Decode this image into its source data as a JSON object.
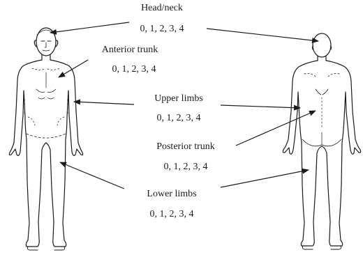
{
  "regions": [
    {
      "id": "head-neck",
      "name": "Head/neck",
      "scale": "0, 1, 2, 3, 4"
    },
    {
      "id": "anterior-trunk",
      "name": "Anterior trunk",
      "scale": "0, 1, 2, 3, 4"
    },
    {
      "id": "upper-limbs",
      "name": "Upper limbs",
      "scale": "0, 1, 2, 3, 4"
    },
    {
      "id": "posterior-trunk",
      "name": "Posterior trunk",
      "scale": "0, 1, 2, 3, 4"
    },
    {
      "id": "lower-limbs",
      "name": "Lower limbs",
      "scale": "0, 1, 2, 3, 4"
    }
  ],
  "figures": [
    {
      "id": "front-view",
      "facing": "front"
    },
    {
      "id": "back-view",
      "facing": "back"
    }
  ],
  "colors": {
    "line": "#1a1a1a",
    "background": "#ffffff"
  }
}
